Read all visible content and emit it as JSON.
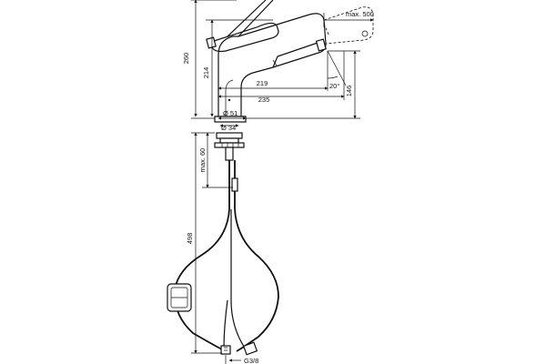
{
  "dimensions": {
    "h_total": "260",
    "h_spout": "214",
    "reach_219": "219",
    "reach_235": "235",
    "h_146": "146",
    "angle": "20°",
    "pullout": "max. 500",
    "dia_51": "Ø 51",
    "dia_34": "Ø 34",
    "max_60": "max. 60",
    "hose_498": "498",
    "thread": "G3/8"
  }
}
